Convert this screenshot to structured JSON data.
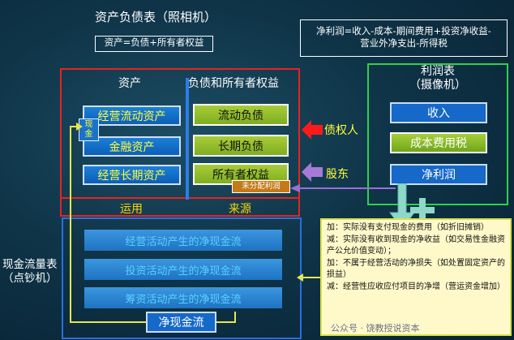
{
  "balance_sheet": {
    "title": "资产负债表（照相机）",
    "equation": "资产=负债+所有者权益",
    "assets_header": "资产",
    "liab_header": "负债和所有者权益",
    "assets": [
      "经营流动资产",
      "金融资产",
      "经营长期资产"
    ],
    "liabilities": [
      "流动负债",
      "长期负债",
      "所有者权益"
    ],
    "cash_tag": "现\n金",
    "retained_tag": "未分配利润",
    "use_label": "运用",
    "source_label": "来源",
    "creditor_label": "债权人",
    "shareholder_label": "股东"
  },
  "profit_formula": {
    "line1": "净利润=收入-成本-期间费用+投资净收益-",
    "line2": "营业外净支出-所得税"
  },
  "income_statement": {
    "title_line1": "利润表",
    "title_line2": "（摄像机）",
    "items": [
      "收入",
      "成本费用税",
      "净利润"
    ]
  },
  "cash_flow": {
    "title_line1": "现金流量表",
    "title_line2": "（点钞机）",
    "items": [
      "经营活动产生的净现金流",
      "投资活动产生的净现金流",
      "筹资活动产生的净现金流"
    ],
    "net_label": "净现金流"
  },
  "adjustments": [
    "加：实际没有支付现金的费用（如折旧摊销）",
    "减：实际没有收到现金的净收益（如交易性金融资产公允价值变动）；",
    "加：不属于经营活动的净损失（如处置固定资产的损益）",
    "减：经营性应收应付项目的净增（营运资金增加）"
  ],
  "watermark": "公众号 · 饶教授说资本"
}
